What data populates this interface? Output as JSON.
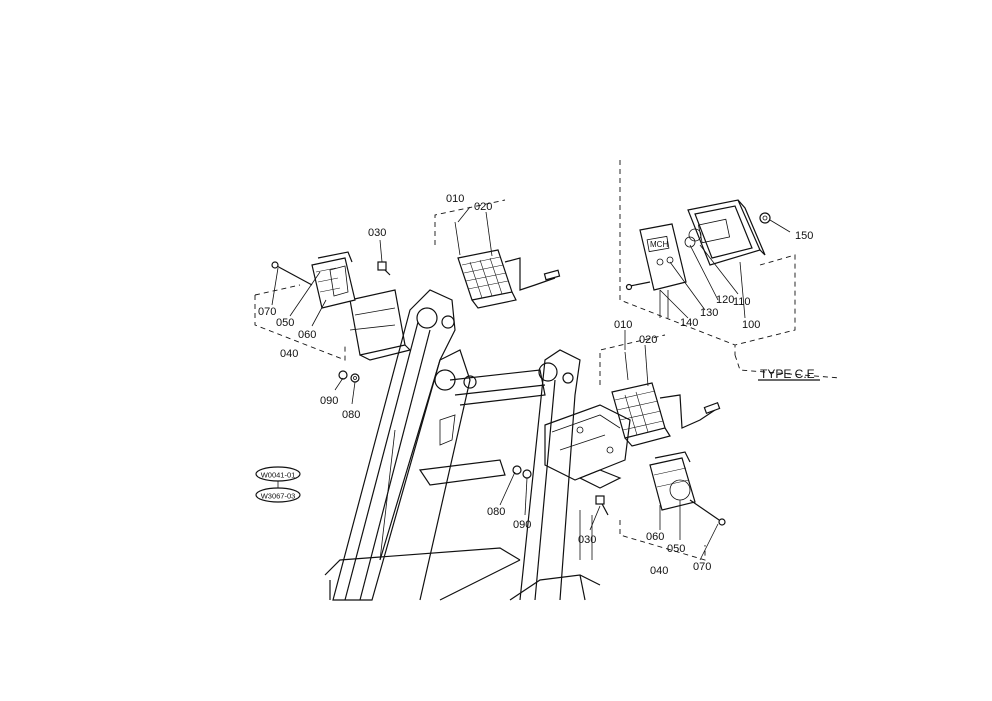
{
  "diagram": {
    "type_label": "TYPE C.E",
    "ref_codes": [
      "W0041-01",
      "W3067-03"
    ],
    "part_labels": {
      "l010a": "010",
      "l020a": "020",
      "l030a": "030",
      "l070a": "070",
      "l050a": "050",
      "l060a": "060",
      "l040a": "040",
      "l090a": "090",
      "l080a": "080",
      "l010b": "010",
      "l020b": "020",
      "l080b": "080",
      "l090b": "090",
      "l030b": "030",
      "l060b": "060",
      "l050b": "050",
      "l040b": "040",
      "l070b": "070",
      "l150": "150",
      "l110": "110",
      "l120": "120",
      "l130": "130",
      "l140": "140",
      "l100": "100"
    }
  }
}
